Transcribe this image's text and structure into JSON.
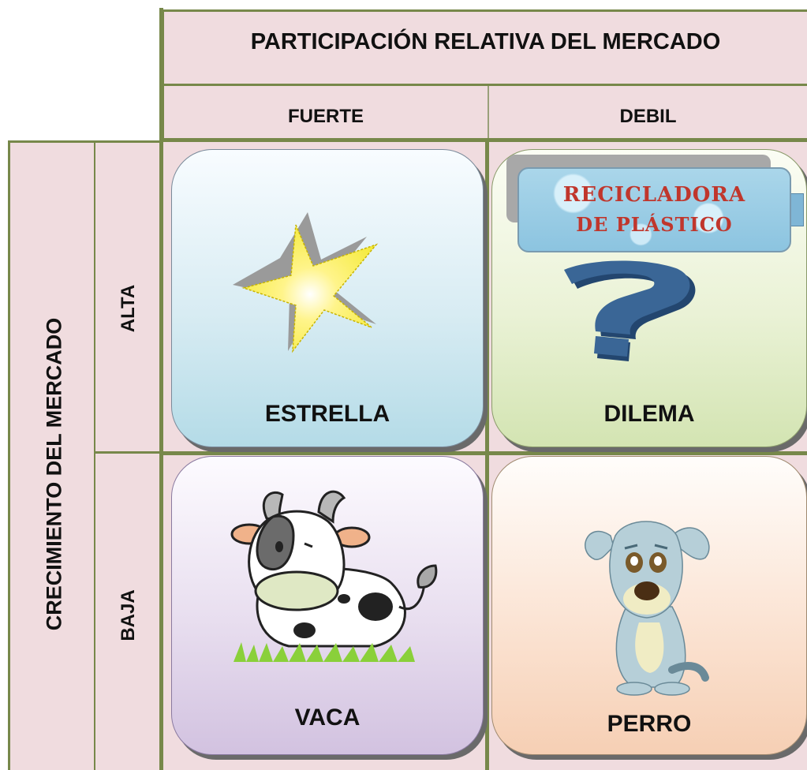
{
  "header": {
    "title": "PARTICIPACIÓN RELATIVA DEL MERCADO",
    "columns": [
      "FUERTE",
      "DEBIL"
    ]
  },
  "side": {
    "title": "CRECIMIENTO DEL MERCADO",
    "rows": [
      "ALTA",
      "BAJA"
    ]
  },
  "quadrants": {
    "estrella": {
      "label": "ESTRELLA",
      "icon": "star-icon"
    },
    "dilema": {
      "label": "DILEMA",
      "icon": "question-mark-icon",
      "banner_line1": "RECICLADORA",
      "banner_line2": "DE PLÁSTICO"
    },
    "vaca": {
      "label": "VACA",
      "icon": "cow-icon"
    },
    "perro": {
      "label": "PERRO",
      "icon": "dog-icon"
    }
  },
  "colors": {
    "grid_fill": "#f0dcdf",
    "grid_line": "#77884a",
    "banner_text": "#c0362c"
  }
}
